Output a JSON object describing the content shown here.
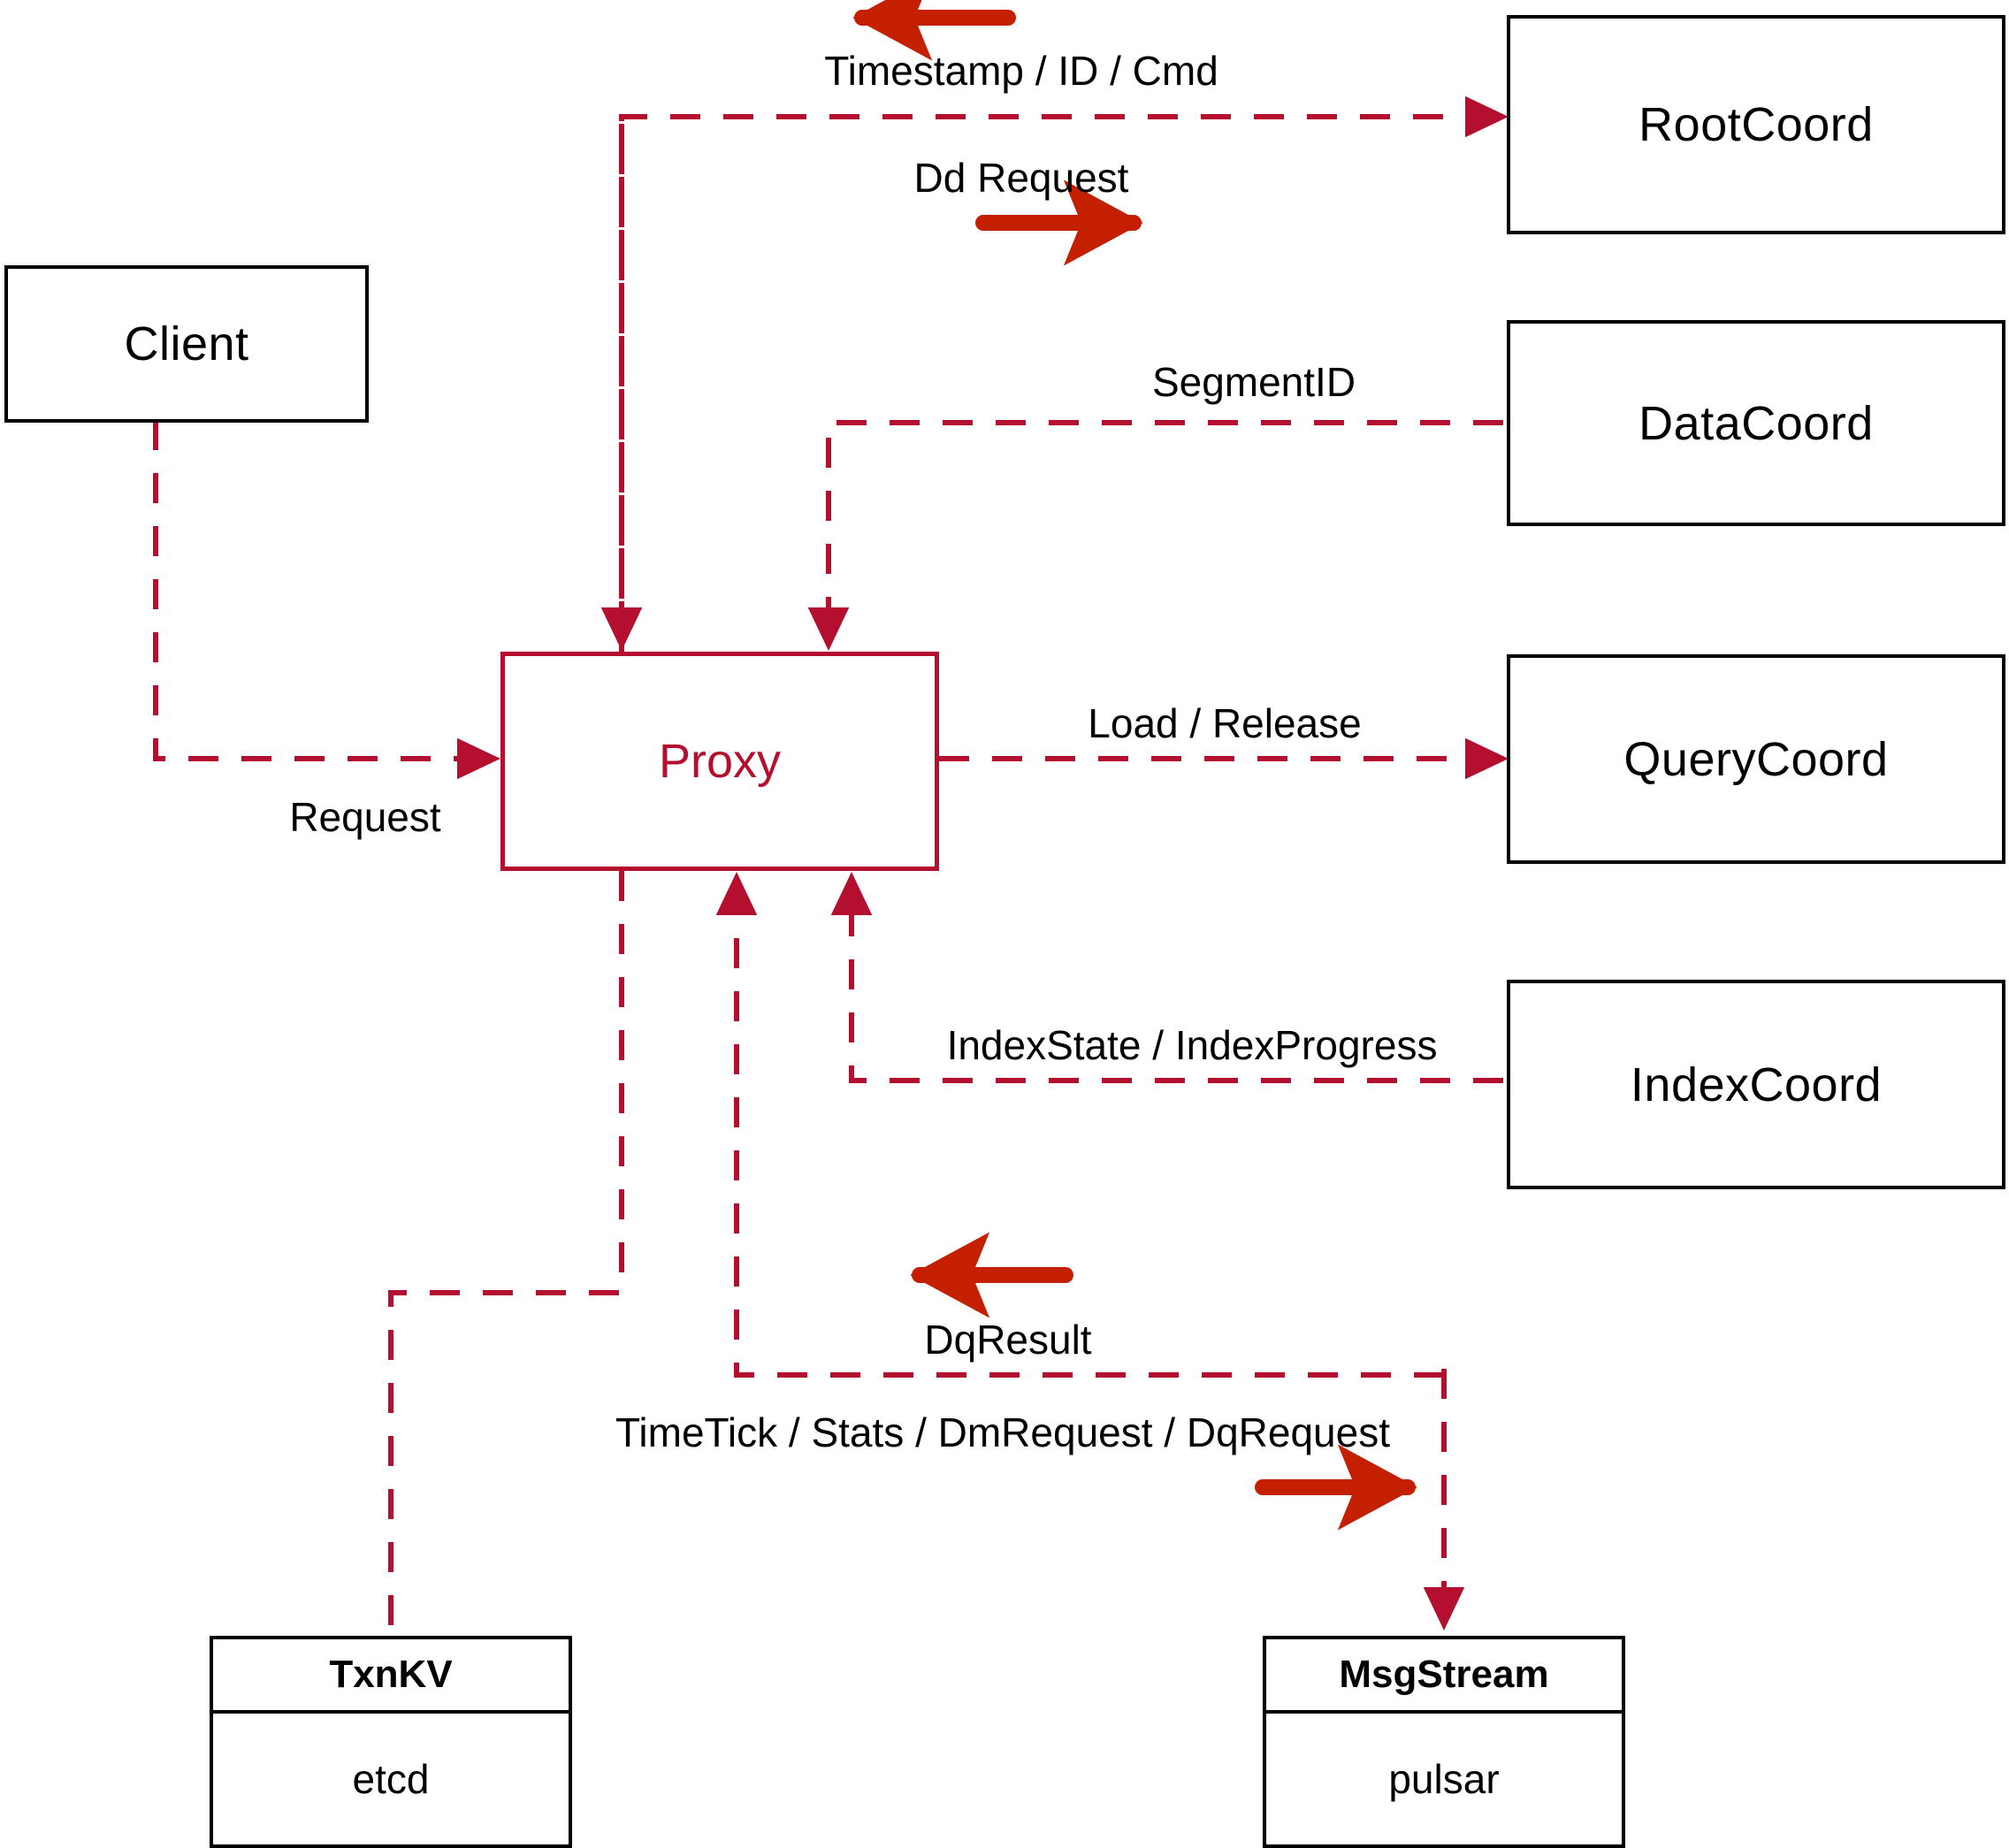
{
  "diagram": {
    "title": "Milvus Proxy interaction diagram",
    "colors": {
      "node_stroke": "#000000",
      "proxy_stroke": "#b40f2e",
      "dashed_edge": "#b40f2e",
      "solid_arrow": "#c42000",
      "background": "#ffffff",
      "text": "#000000"
    }
  },
  "nodes": {
    "client": {
      "label": "Client"
    },
    "proxy": {
      "label": "Proxy"
    },
    "root_coord": {
      "label": "RootCoord"
    },
    "data_coord": {
      "label": "DataCoord"
    },
    "query_coord": {
      "label": "QueryCoord"
    },
    "index_coord": {
      "label": "IndexCoord"
    },
    "txnkv": {
      "header": "TxnKV",
      "body": "etcd"
    },
    "msgstream": {
      "header": "MsgStream",
      "body": "pulsar"
    }
  },
  "edge_labels": {
    "timestamp_id_cmd": "Timestamp / ID / Cmd",
    "dd_request": "Dd Request",
    "segment_id": "SegmentID",
    "request": "Request",
    "load_release": "Load / Release",
    "index_state_progress": "IndexState / IndexProgress",
    "dq_result": "DqResult",
    "timetick_stats": "TimeTick / Stats / DmRequest / DqRequest"
  }
}
